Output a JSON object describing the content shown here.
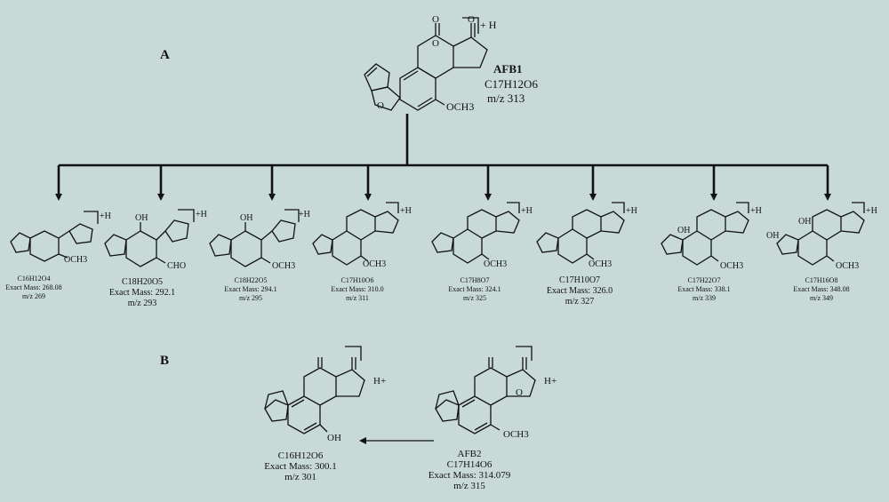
{
  "panels": {
    "a": "A",
    "b": "B"
  },
  "parent": {
    "name": "AFB1",
    "formula": "C17H12O6",
    "mz": "m/z 313",
    "charge": "+ H",
    "substituent": "OCH3"
  },
  "products": [
    {
      "formula": "C16H12O4",
      "mass": "Exact Mass: 268.08",
      "mz": "m/z 269",
      "subs": [
        "OCH3"
      ],
      "charge": "+H"
    },
    {
      "formula": "C18H20O5",
      "mass": "Exact Mass: 292.1",
      "mz": "m/z 293",
      "subs": [
        "OH",
        "CHO"
      ],
      "charge": "+H"
    },
    {
      "formula": "C18H22O5",
      "mass": "Exact Mass: 294.1",
      "mz": "m/z 295",
      "subs": [
        "OH",
        "OCH3"
      ],
      "charge": "+H"
    },
    {
      "formula": "C17H10O6",
      "mass": "Exact Mass: 310.0",
      "mz": "m/z 311",
      "subs": [
        "OCH3"
      ],
      "charge": "+H"
    },
    {
      "formula": "C17H8O7",
      "mass": "Exact Mass: 324.1",
      "mz": "m/z 325",
      "subs": [
        "OCH3"
      ],
      "charge": "+H"
    },
    {
      "formula": "C17H10O7",
      "mass": "Exact Mass: 326.0",
      "mz": "m/z 327",
      "subs": [
        "OCH3"
      ],
      "charge": "+H"
    },
    {
      "formula": "C17H22O7",
      "mass": "Exact Mass: 338.1",
      "mz": "m/z 339",
      "subs": [
        "OH",
        "OCH3"
      ],
      "charge": "+H"
    },
    {
      "formula": "C17H16O8",
      "mass": "Exact Mass: 348.08",
      "mz": "m/z 349",
      "subs": [
        "OH",
        "OH",
        "OCH3"
      ],
      "charge": "+H"
    }
  ],
  "afb2": {
    "name": "AFB2",
    "formula": "C17H14O6",
    "mass": "Exact Mass: 314.079",
    "mz": "m/z 315",
    "charge": "H+",
    "substituent": "OCH3"
  },
  "afb2_product": {
    "formula": "C16H12O6",
    "mass": "Exact Mass: 300.1",
    "mz": "m/z 301",
    "charge": "H+",
    "substituent": "OH"
  },
  "atoms": {
    "o": "O"
  },
  "colors": {
    "background": "#c8dad7",
    "ink": "#111111"
  }
}
